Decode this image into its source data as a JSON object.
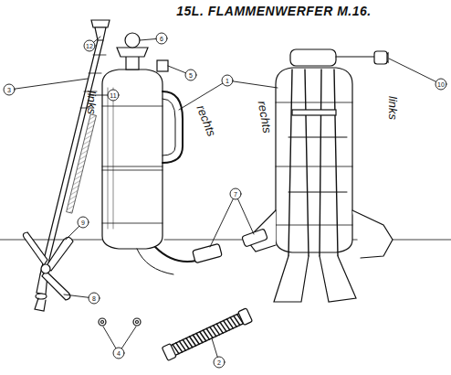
{
  "diagram": {
    "title": "15L. FLAMMENWERFER M.16.",
    "labels": [
      "12",
      "3",
      "11",
      "9",
      "8",
      "6",
      "5",
      "1",
      "7",
      "10",
      "4",
      "2",
      "links",
      "rechts",
      "rechts",
      "links"
    ]
  }
}
